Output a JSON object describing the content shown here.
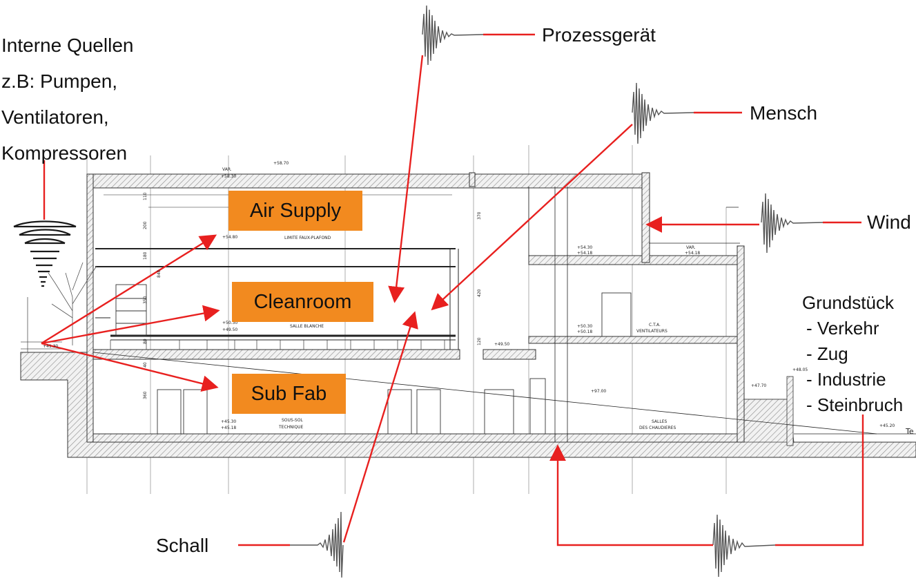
{
  "internal_sources": {
    "lines": [
      "Interne Quellen",
      "z.B: Pumpen,",
      "Ventilatoren,",
      "Kompressoren"
    ]
  },
  "zones": {
    "air_supply": "Air Supply",
    "cleanroom": "Cleanroom",
    "sub_fab": "Sub Fab"
  },
  "sources": {
    "process_tool": "Prozessgerät",
    "human": "Mensch",
    "wind": "Wind",
    "sound": "Schall"
  },
  "site": {
    "title": "Grundstück",
    "items": [
      "- Verkehr",
      "- Zug",
      "- Industrie",
      "- Steinbruch"
    ]
  },
  "plan_labels": {
    "roof_level": "+58.70",
    "var1": "VAR.",
    "level_5830": "+58.30",
    "ceiling_level": "+54.80",
    "limite": "LIMITE FAUX-PLAFOND",
    "level_5430": "+54.30",
    "level_5418": "+54.18",
    "var2": "VAR.",
    "level_5418b": "+54.18",
    "level_5030": "+50.30",
    "level_4950": "+49.50",
    "salle_blanche": "SALLE BLANCHE",
    "level_4950b": "+49.50",
    "level_5030b": "+50.30",
    "level_5018": "+50.18",
    "cta": "C.T.A.",
    "ventilateurs": "VENTILATEURS",
    "level_4130": "+41.30",
    "level_4530": "+45.30",
    "level_4518": "+45.18",
    "sous_sol": "SOUS-SOL",
    "technique": "TECHNIQUE",
    "salles": "SALLES",
    "chaudieres": "DES CHAUDIERES",
    "slope": "+97.00",
    "level_4770": "+47.70",
    "level_4805": "+48.05",
    "level_4520": "+45.20",
    "te": "Te",
    "dim_110": "110",
    "dim_200": "200",
    "dim_180": "180",
    "dim_350": "350",
    "dim_80": "80",
    "dim_40": "40",
    "dim_360": "360",
    "dim_370": "370",
    "dim_420": "420",
    "dim_120": "120",
    "dim_840": "840"
  },
  "colors": {
    "arrow": "#e8201f",
    "zone_fill": "#f28a1f",
    "wave": "#555555",
    "hatch": "#777777"
  }
}
